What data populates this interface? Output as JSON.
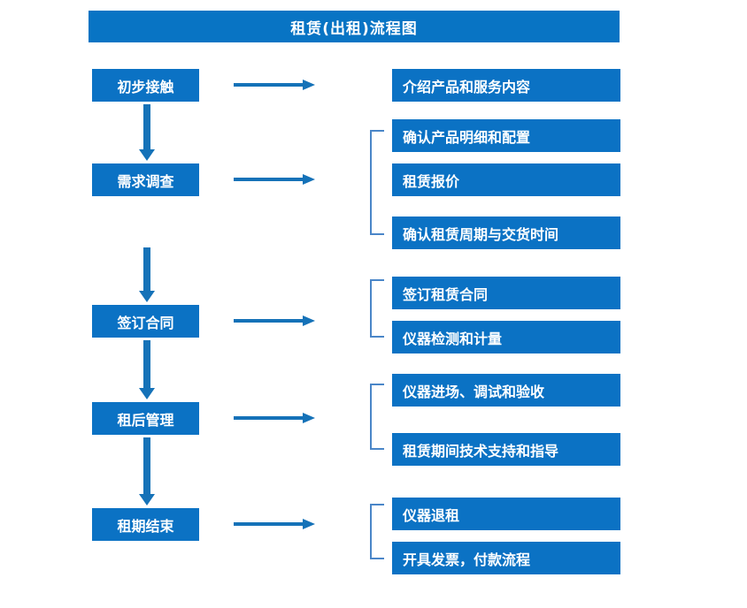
{
  "chart_data": {
    "type": "flowchart",
    "title": "租赁(出租)流程图",
    "orientation": "vertical-left-stages-with-right-detail-groups",
    "stages": [
      {
        "id": "stage-1",
        "label": "初步接触",
        "details": [
          "介绍产品和服务内容"
        ],
        "bracketed": false
      },
      {
        "id": "stage-2",
        "label": "需求调查",
        "details": [
          "确认产品明细和配置",
          "租赁报价",
          "确认租赁周期与交货时间"
        ],
        "bracketed": true
      },
      {
        "id": "stage-3",
        "label": "签订合同",
        "details": [
          "签订租赁合同",
          "仪器检测和计量"
        ],
        "bracketed": true
      },
      {
        "id": "stage-4",
        "label": "租后管理",
        "details": [
          "仪器进场、调试和验收",
          "租赁期间技术支持和指导"
        ],
        "bracketed": true
      },
      {
        "id": "stage-5",
        "label": "租期结束",
        "details": [
          "仪器退租",
          "开具发票，付款流程"
        ],
        "bracketed": true
      }
    ]
  },
  "header": {
    "title": "租赁(出租)流程图"
  },
  "colors": {
    "title_bar": "#0874c4",
    "box_fill": "#0b72c4",
    "box_text": "#ffffff",
    "arrow": "#1572b8",
    "bracket": "#4a86c8",
    "background": "#ffffff"
  },
  "stage_boxes": [
    {
      "label": "初步接触"
    },
    {
      "label": "需求调查"
    },
    {
      "label": "签订合同"
    },
    {
      "label": "租后管理"
    },
    {
      "label": "租期结束"
    }
  ],
  "detail_boxes": [
    {
      "label": "介绍产品和服务内容"
    },
    {
      "label": "确认产品明细和配置"
    },
    {
      "label": "租赁报价"
    },
    {
      "label": "确认租赁周期与交货时间"
    },
    {
      "label": "签订租赁合同"
    },
    {
      "label": "仪器检测和计量"
    },
    {
      "label": "仪器进场、调试和验收"
    },
    {
      "label": "租赁期间技术支持和指导"
    },
    {
      "label": "仪器退租"
    },
    {
      "label": "开具发票，付款流程"
    }
  ],
  "connectors": {
    "horizontal_arrow_name": "arrow-right",
    "vertical_arrow_name": "arrow-down",
    "bracket_name": "group-bracket"
  }
}
